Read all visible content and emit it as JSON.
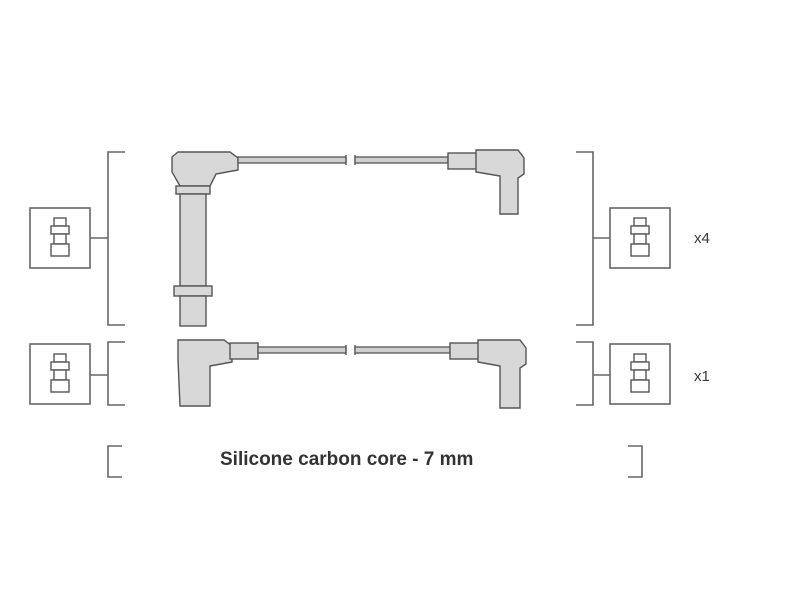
{
  "groups": [
    {
      "quantity": "x4"
    },
    {
      "quantity": "x1"
    }
  ],
  "caption": "Silicone carbon core - 7 mm",
  "icons": {
    "terminal": "spark-plug-terminal-icon"
  },
  "colors": {
    "line": "#555555",
    "part_fill": "#d8d8d8",
    "text": "#333333"
  }
}
